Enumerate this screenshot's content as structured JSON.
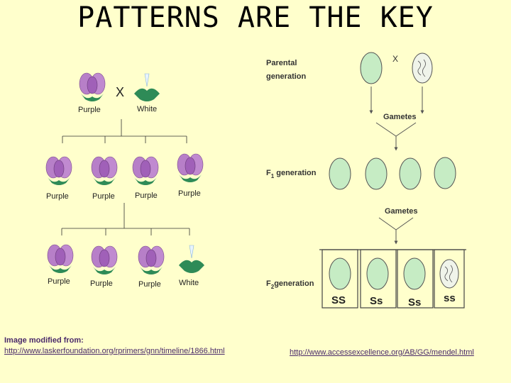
{
  "title": "PATTERNS ARE THE KEY",
  "left_diagram": {
    "cross_symbol": "X",
    "parents": [
      "Purple",
      "White"
    ],
    "f1": [
      "Purple",
      "Purple",
      "Purple",
      "Purple"
    ],
    "f2": [
      "Purple",
      "Purple",
      "Purple",
      "White"
    ],
    "flower_color": "#b070c0",
    "leaf_color": "#2e8b57"
  },
  "right_diagram": {
    "cross_symbol": "X",
    "parental_label": [
      "Parental",
      "generation"
    ],
    "gametes_label": "Gametes",
    "f1_label": "F",
    "f1_sub": "1",
    "f1_rest": " generation",
    "f2_label": "F",
    "f2_sub": "2",
    "f2_rest": "generation",
    "f2_genotypes": [
      "SS",
      "Ss",
      "Ss",
      "ss"
    ],
    "pea_color": "#c6ecc4"
  },
  "footer": {
    "caption": "Image modified from:",
    "url_left": "http://www.laskerfoundation.org/rprimers/gnn/timeline/1866.html",
    "url_right": "http://www.accessexcellence.org/AB/GG/mendel.html"
  }
}
